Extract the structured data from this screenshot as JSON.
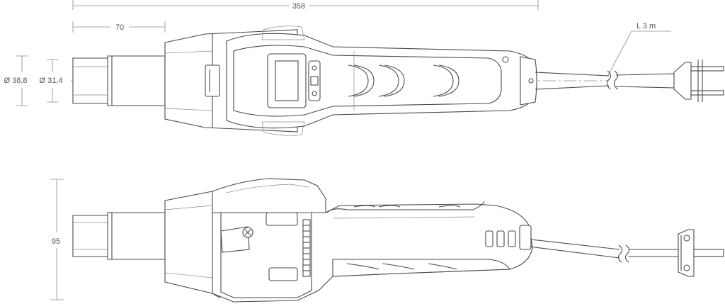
{
  "dimensions": {
    "overall_length": "358",
    "nozzle_length": "70",
    "outer_diameter": "Ø 38,8",
    "inner_diameter": "Ø 31,4",
    "cable_length": "L 3 m",
    "height": "95"
  },
  "colors": {
    "line": "#4a4a4a",
    "thin_line": "#8a8a8a",
    "dimension_text": "#555555",
    "background": "#ffffff"
  }
}
